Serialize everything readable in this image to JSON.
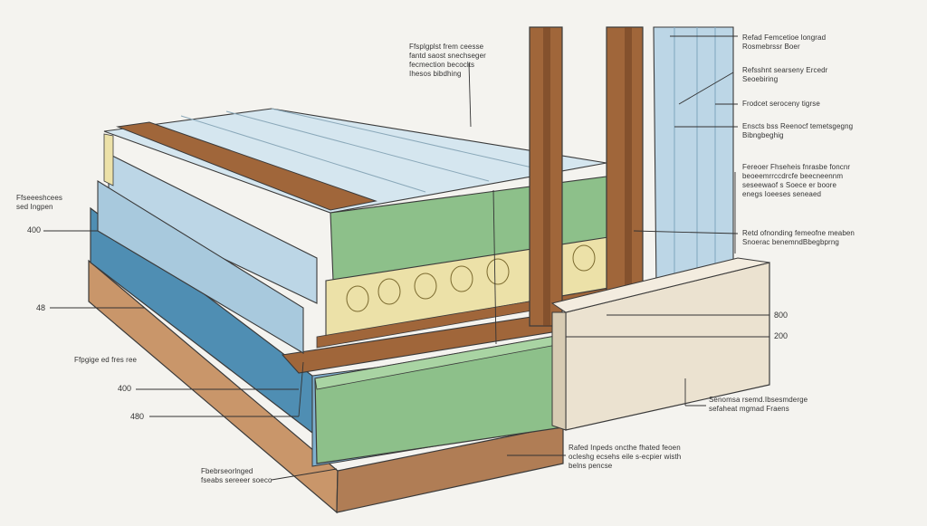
{
  "callouts": {
    "top_center": "Ffsplgplst frem ceesse\nfantd saost snechseger\nfecmection becoclts\nIhesos bibdhing",
    "top_right_1": "Refad Femcetioe longrad\nRosmebrssr Boer",
    "top_right_2": "Refsshnt searseny Ercedr\nSeoebiring",
    "top_right_3": "Frodcet seroceny tigrse",
    "top_right_4": "Enscts bss Reenocf temetsgegng\nBibngbeghig",
    "right_mid_1": "Fereoer Fhseheis fnrasbe foncnr\nbeoeemrrccdrcfe beecneennm\nseseewaof s Soece er boore\nenegs Ioeeses seneaed",
    "right_mid_2": "Retd ofnonding femeofne meaben\nSnoerac benemndBbegbprng",
    "right_lower": "Senomsa rsemd.Ibsesmderge\nsefaheat mgmad Fraens",
    "bottom_center": "Rafed Inpeds oncthe fhated feoen\nocleshg ecsehs eile s-ecpier wisth\nbelns pencse",
    "bottom_left": "Fbebrseorlnged\nfseabs sereeer soeco",
    "left_1": "Ffseeeshcees\nsed Ingpen",
    "left_2": "Ffpgige ed fres ree"
  },
  "numbers": {
    "n1": "400",
    "n2": "48",
    "n3": "400",
    "n4": "480",
    "n5": "800",
    "n6": "200"
  },
  "colors": {
    "background": "#f4f3ef",
    "wood": "#a0663a",
    "wood_dark": "#6e4022",
    "panel_blue": "#bcd6e6",
    "panel_blue_dark": "#4f8eb3",
    "insulation_yellow": "#ece1a8",
    "green_board": "#8dc08a",
    "base_tan": "#c9966a",
    "wall_cream": "#ebe2d0",
    "line": "#3a3a3a"
  }
}
